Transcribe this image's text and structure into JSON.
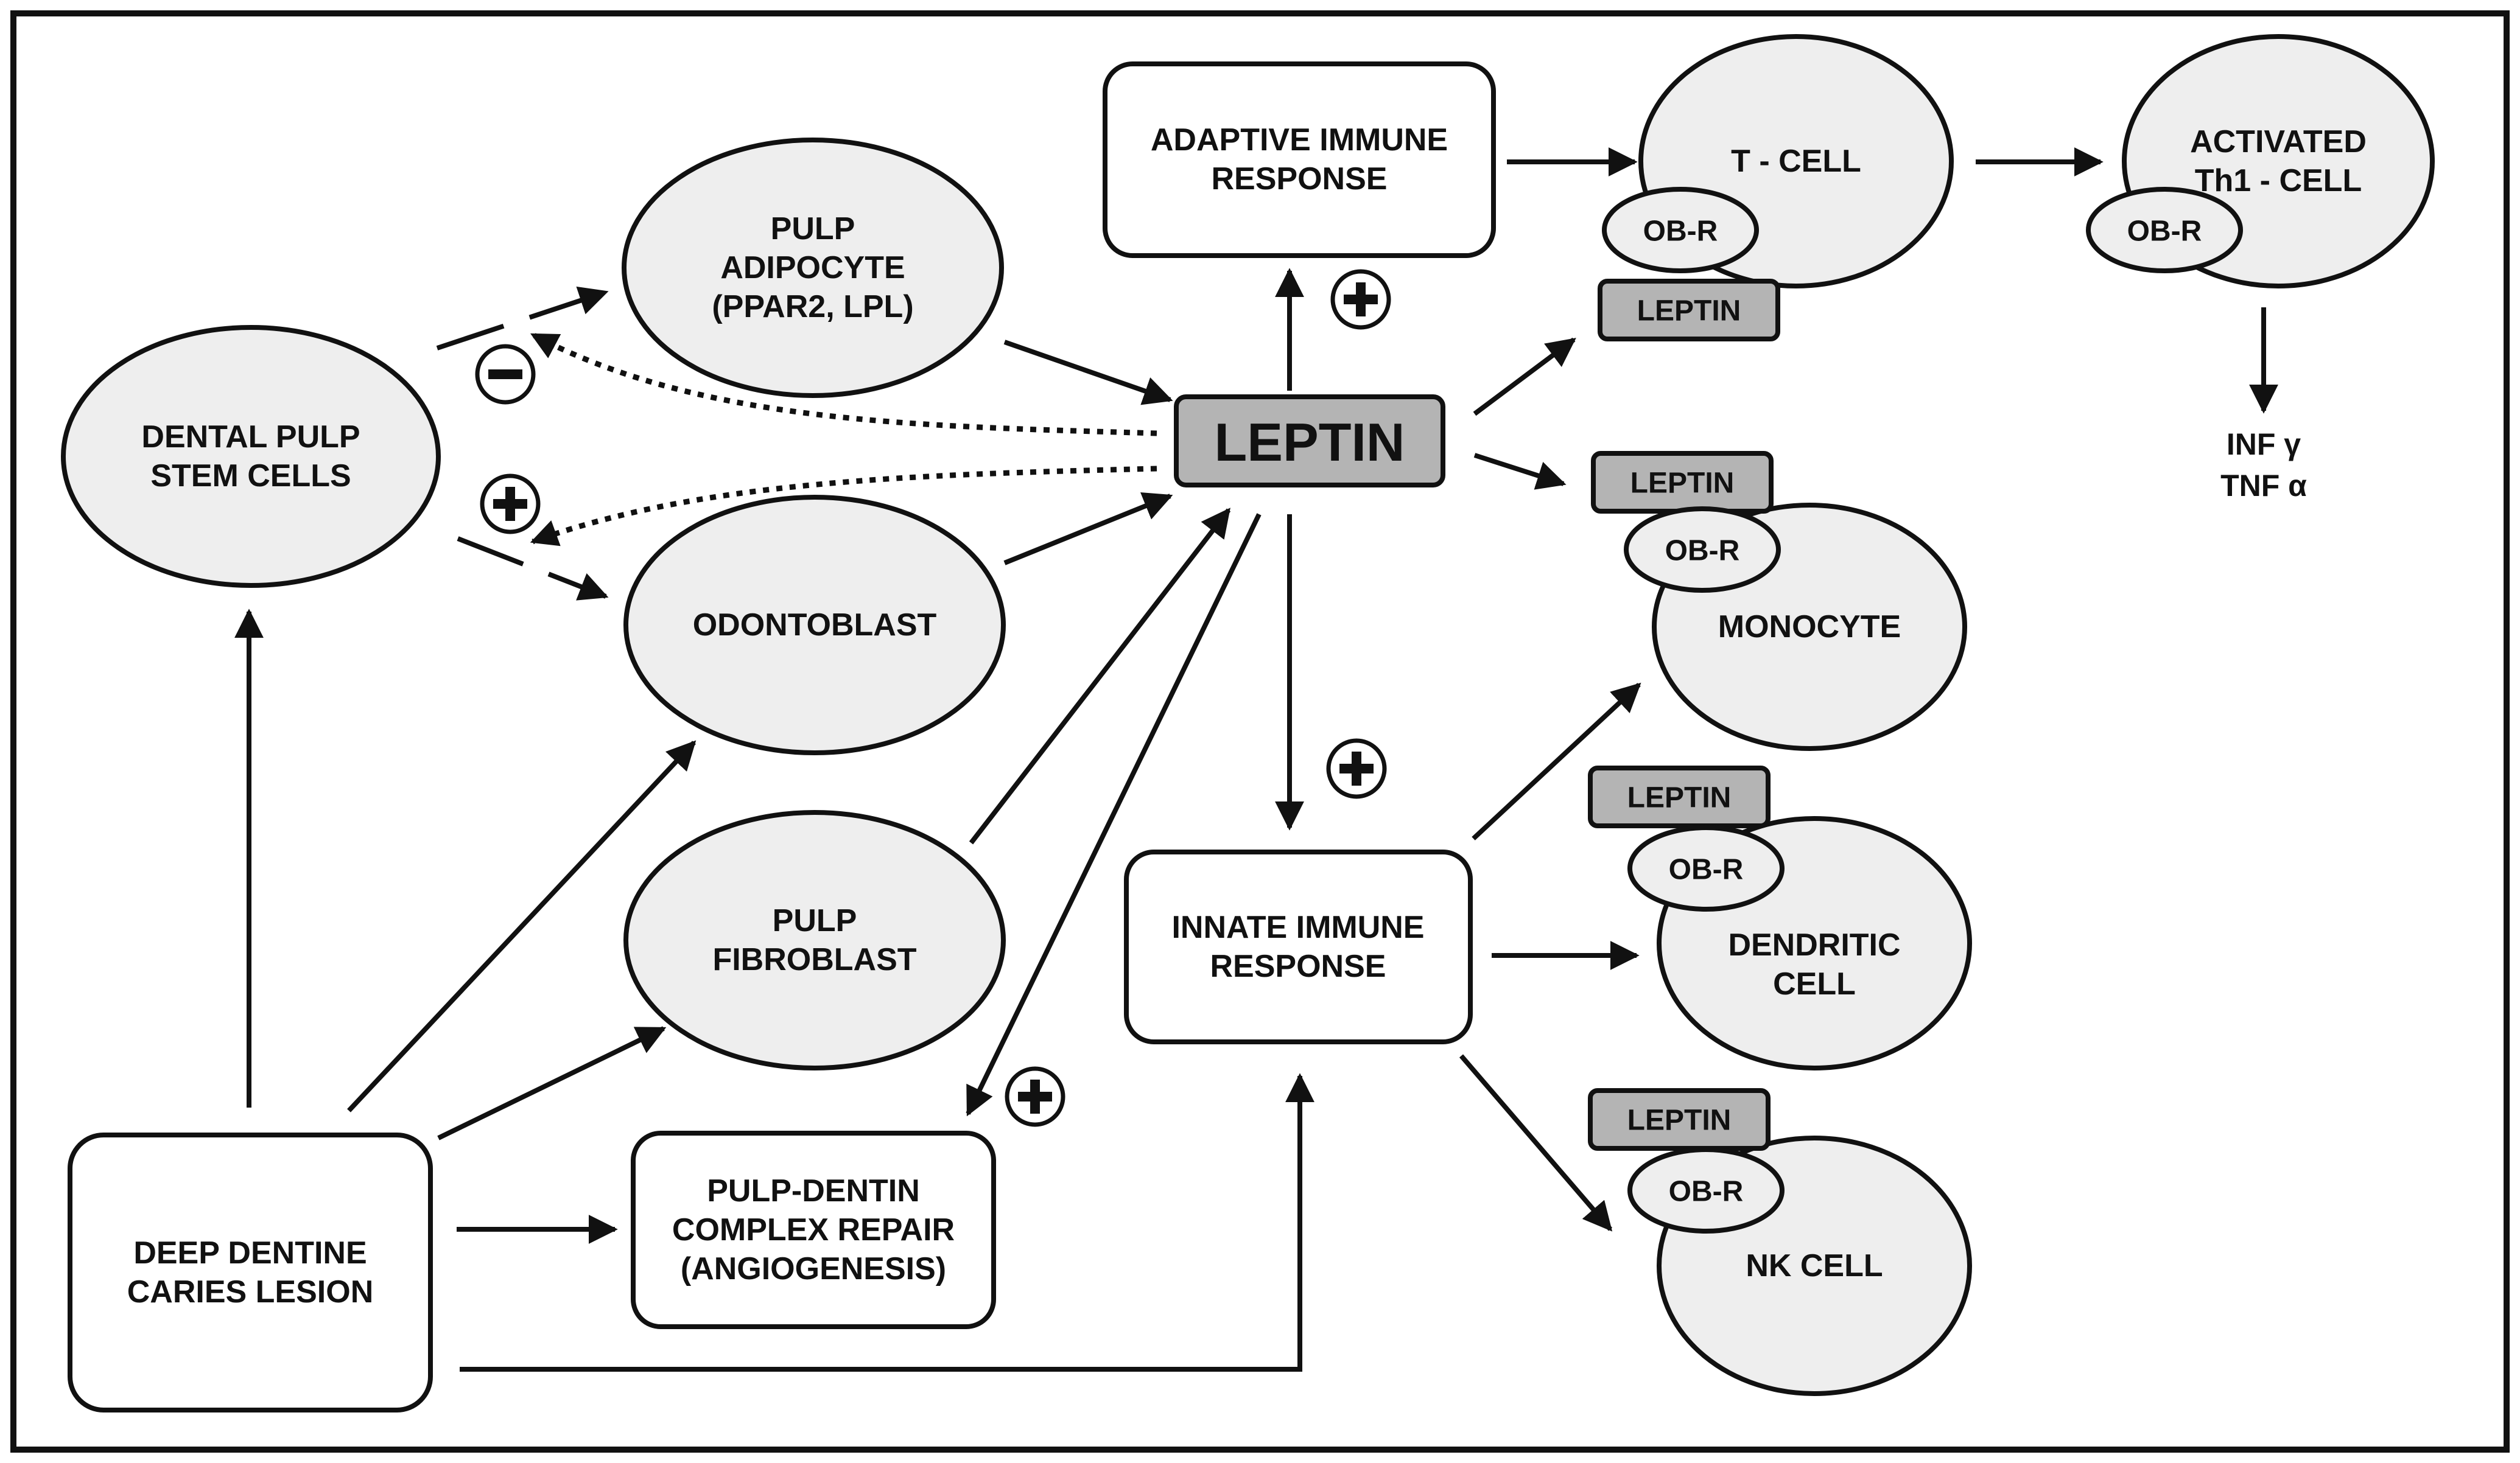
{
  "nodes": {
    "dental_pulp_stem_cells": [
      "DENTAL PULP",
      "STEM  CELLS"
    ],
    "pulp_adipocyte": [
      "PULP",
      "ADIPOCYTE",
      "(PPAR2, LPL)"
    ],
    "odontoblast": [
      "ODONTOBLAST"
    ],
    "pulp_fibroblast": [
      "PULP",
      "FIBROBLAST"
    ],
    "deep_dentine_caries_lesion": [
      "DEEP DENTINE",
      "CARIES LESION"
    ],
    "pulp_dentin_complex_repair": [
      "PULP-DENTIN",
      "COMPLEX REPAIR",
      "(ANGIOGENESIS)"
    ],
    "leptin_center": [
      "LEPTIN"
    ],
    "adaptive_immune_response": [
      "ADAPTIVE IMMUNE",
      "RESPONSE"
    ],
    "innate_immune_response": [
      "INNATE IMMUNE",
      "RESPONSE"
    ],
    "t_cell": [
      "T - CELL"
    ],
    "activated_th1_cell": [
      "ACTIVATED",
      "Th1 - CELL"
    ],
    "monocyte": [
      "MONOCYTE"
    ],
    "dendritic_cell": [
      "DENDRITIC",
      "CELL"
    ],
    "nk_cell": [
      "NK CELL"
    ]
  },
  "receptor_label": "OB-R",
  "leptin_tag_label": "LEPTIN",
  "cytokines": [
    "INF γ",
    "TNF α"
  ],
  "signs": {
    "inhibit_adipocyte": "minus",
    "promote_odontoblast": "plus",
    "adaptive": "plus",
    "innate": "plus",
    "repair": "plus"
  },
  "colors": {
    "cell_fill": "#eeeeee",
    "tag_fill": "#b4b4b4",
    "outline": "#111111"
  }
}
